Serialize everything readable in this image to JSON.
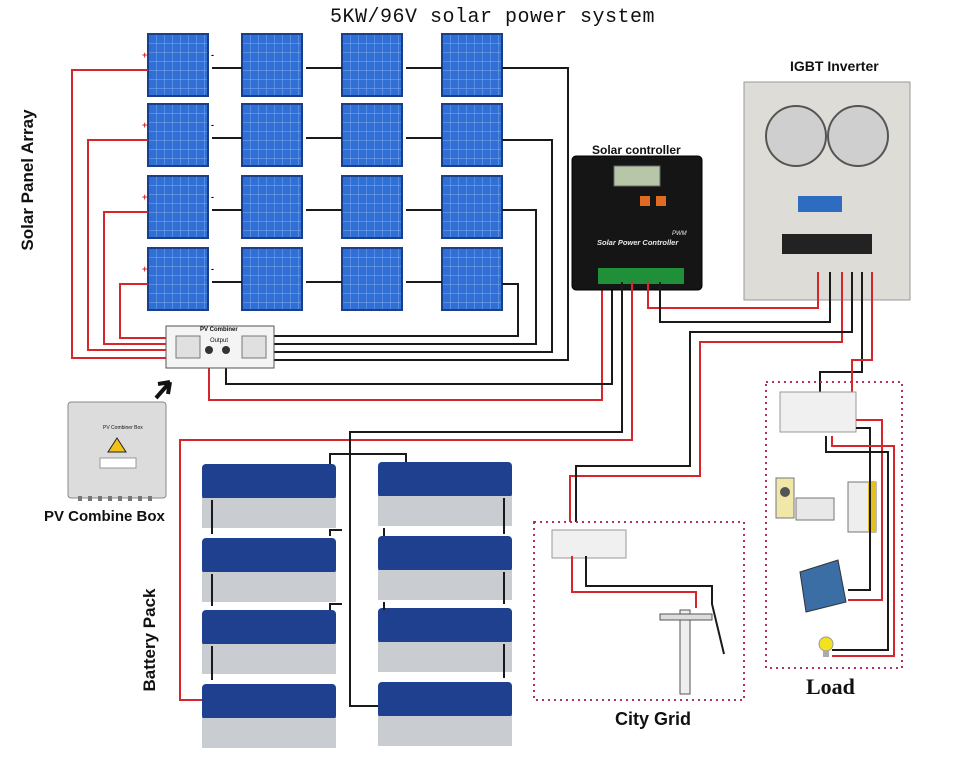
{
  "title": "5KW/96V solar power system",
  "labels": {
    "solar_panel_array": "Solar Panel Array",
    "solar_controller": "Solar controller",
    "igbt_inverter": "IGBT Inverter",
    "pv_combine_box": "PV Combine Box",
    "battery_pack": "Battery Pack",
    "city_grid": "City Grid",
    "load": "Load",
    "pv_combiner": "PV Combiner",
    "output": "Output",
    "controller_face": "Solar Power Controller",
    "pwm": "PWM",
    "combiner_box_face": "PV Combiner Box"
  },
  "polarity": {
    "plus": "+",
    "minus": "-"
  },
  "colors": {
    "wire_red": "#d7262b",
    "wire_black": "#1a1a1a",
    "panel_blue": "#2a63c8",
    "battery_blue": "#1f3f8f",
    "battery_grey": "#c9ccd0",
    "dotted_box": "#b0306a"
  }
}
